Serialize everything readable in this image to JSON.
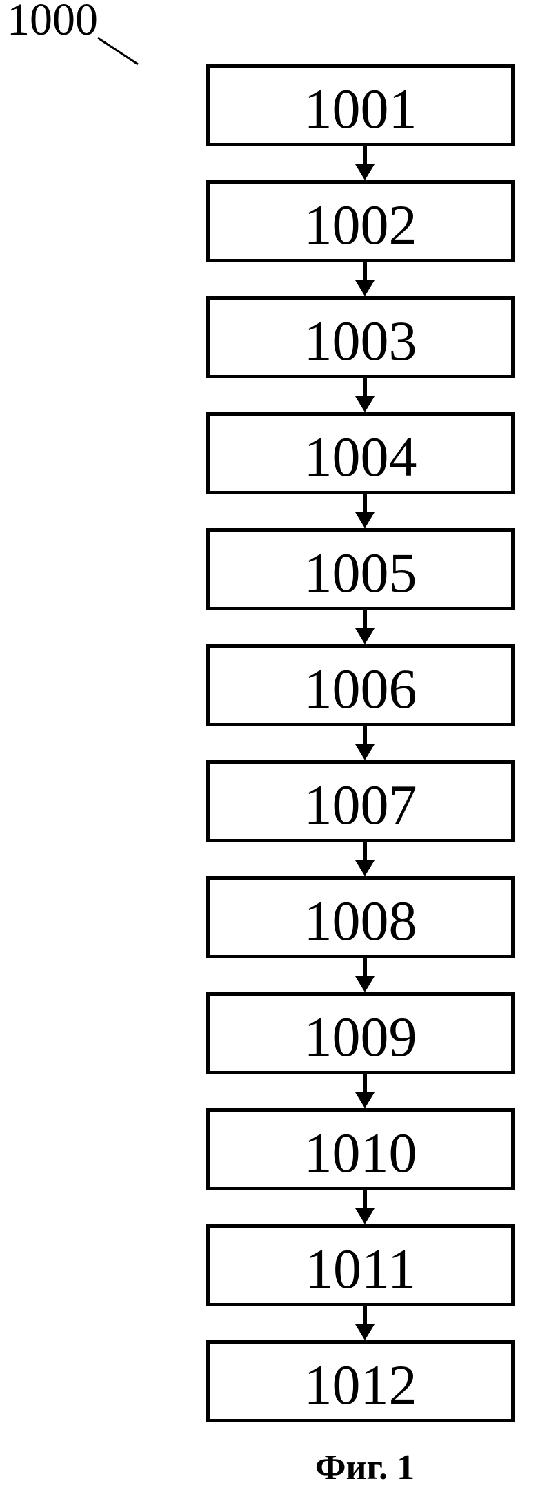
{
  "figure": {
    "reference_label": "1000",
    "caption": "Фиг. 1",
    "steps": [
      {
        "label": "1001"
      },
      {
        "label": "1002"
      },
      {
        "label": "1003"
      },
      {
        "label": "1004"
      },
      {
        "label": "1005"
      },
      {
        "label": "1006"
      },
      {
        "label": "1007"
      },
      {
        "label": "1008"
      },
      {
        "label": "1009"
      },
      {
        "label": "1010"
      },
      {
        "label": "1011"
      },
      {
        "label": "1012"
      }
    ],
    "colors": {
      "ink": "#000000",
      "background": "#ffffff"
    }
  }
}
